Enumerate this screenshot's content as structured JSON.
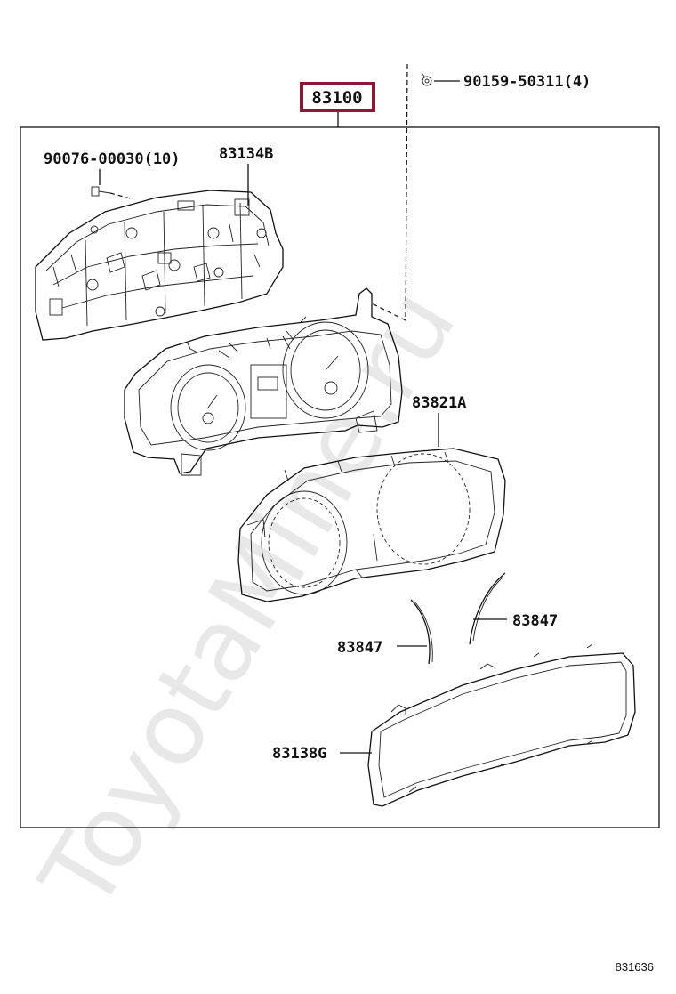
{
  "diagram": {
    "main_part": {
      "number": "83100",
      "highlight_color": "#8b1a3a"
    },
    "labels": [
      {
        "id": "screw-top",
        "text": "90159-50311(4)"
      },
      {
        "id": "screw-left",
        "text": "90076-00030(10)"
      },
      {
        "id": "case",
        "text": "83134B"
      },
      {
        "id": "plate",
        "text": "83821A"
      },
      {
        "id": "needle-right",
        "text": "83847"
      },
      {
        "id": "needle-left",
        "text": "83847"
      },
      {
        "id": "glass",
        "text": "83138G"
      }
    ],
    "watermark": "ToyotaMine.ru",
    "figure_code": "831636"
  }
}
